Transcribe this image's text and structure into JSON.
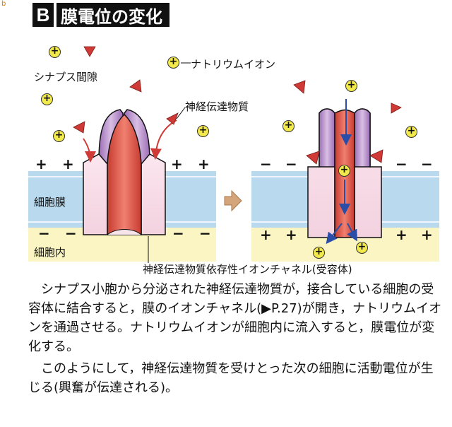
{
  "header": {
    "letter": "B",
    "title": "膜電位の変化"
  },
  "corner_mark": "b",
  "labels": {
    "synaptic_cleft": "シナプス間隙",
    "sodium_ion": "ナトリウムイオン",
    "neurotransmitter": "神経伝達物質",
    "membrane": "細胞膜",
    "cell_interior": "細胞内",
    "receptor": "神経伝達物質依存性イオンチャネル(受容体)"
  },
  "symbols": {
    "plus": "+",
    "minus": "−",
    "ion": "+"
  },
  "paragraphs": [
    "　シナプス小胞から分泌された神経伝達物質が，接合している細胞の受容体に結合すると，膜のイオンチャネル(▶P.27)が開き，ナトリウムイオンを通過させる。ナトリウムイオンが細胞内に流入すると，膜電位が変化する。",
    "　このようにして，神経伝達物質を受けとった次の細胞に活動電位が生じる(興奮が伝達される)。"
  ],
  "colors": {
    "membrane_blue": "#b9d9ee",
    "interior_yellow": "#faf5c2",
    "channel_purple": "#c49bd4",
    "channel_red": "#e05a4c",
    "ion_yellow": "#f2e94a",
    "transmitter_red": "#cf3a36",
    "arrow_blue": "#2a4ea8",
    "step_arrow": "#d4a47a"
  },
  "icons": [
    "sodium-ion-icon",
    "neurotransmitter-icon",
    "step-arrow-icon"
  ]
}
